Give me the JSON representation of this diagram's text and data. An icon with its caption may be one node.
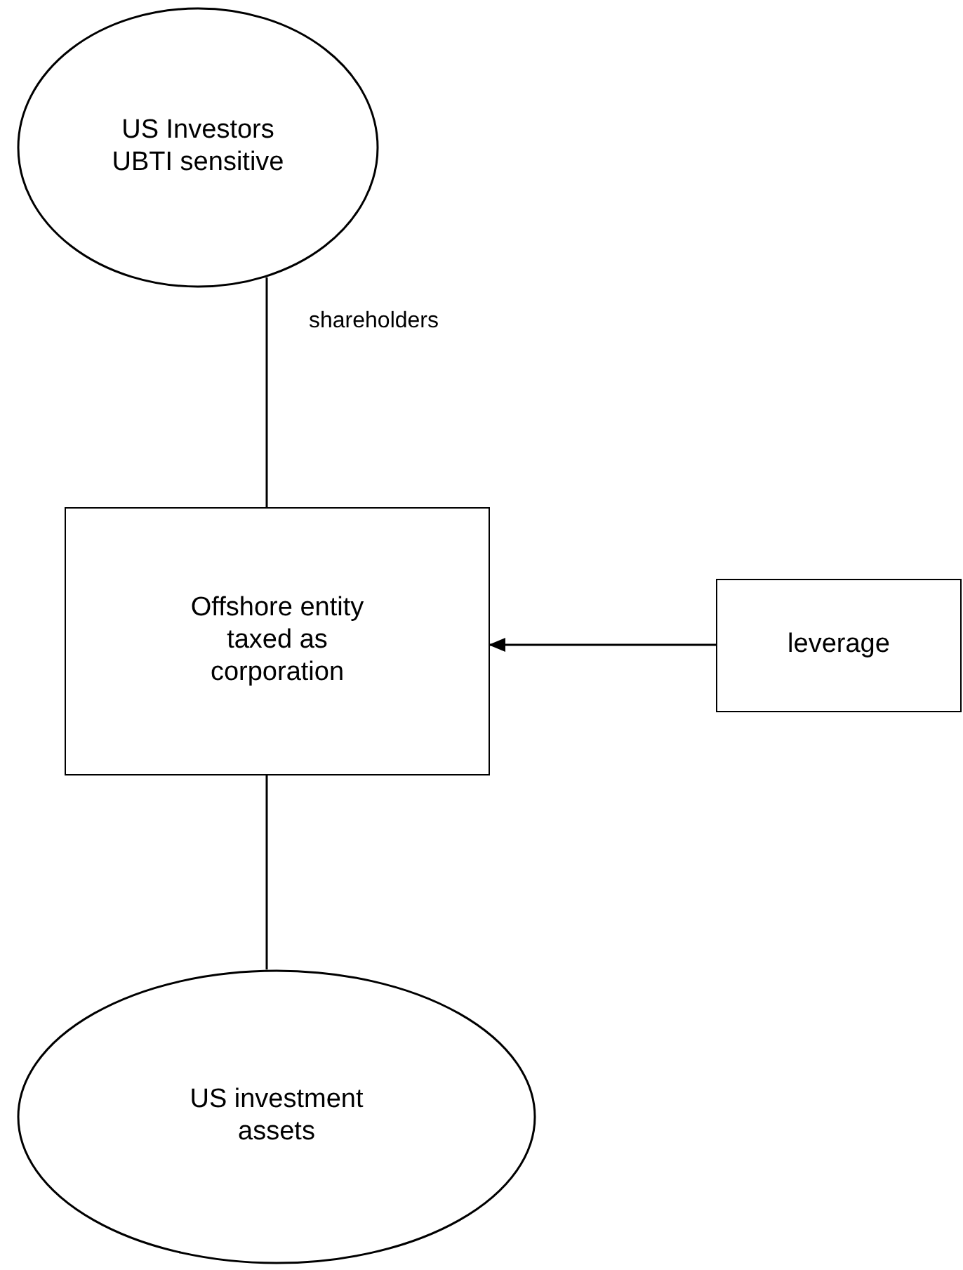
{
  "diagram": {
    "nodes": [
      {
        "text": [
          "US Investors UBTI sensitive"
        ]
      },
      {
        "text": [
          "Offshore entity taxed as corporation"
        ]
      },
      {
        "text": [
          "leverage"
        ]
      },
      {
        "text": [
          "US investment assets"
        ]
      }
    ],
    "edges": [
      {
        "from": 0,
        "to": 1,
        "arrow": "none",
        "label": "shareholders"
      },
      {
        "from": 2,
        "to": 1,
        "arrow": "to"
      },
      {
        "from": 1,
        "to": 3,
        "arrow": "none"
      }
    ]
  }
}
